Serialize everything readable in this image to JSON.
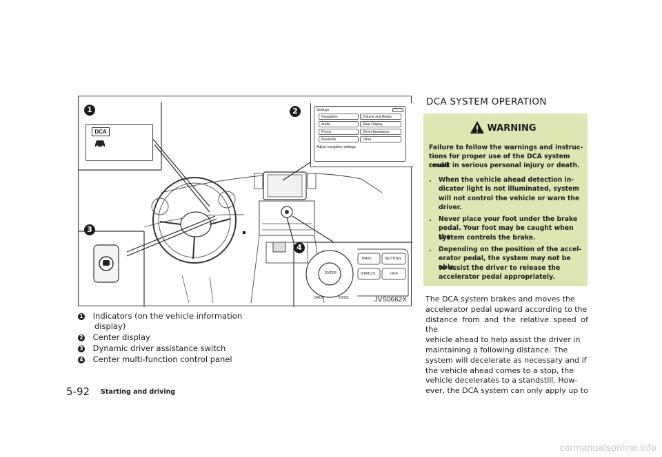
{
  "figure": {
    "code": "JVS0662X",
    "callouts": [
      "1",
      "2",
      "3",
      "4"
    ],
    "dca_label": "DCA",
    "settings_screen": {
      "title": "Settings",
      "buttons": [
        "Navigation",
        "Volume and Beeps",
        "Audio",
        "Rear Display",
        "Phone",
        "Driver Assistance",
        "Bluetooth",
        "Other"
      ],
      "footer": "Adjust navigation settings"
    },
    "control_panel": {
      "info": "INFO",
      "setting": "SETTING",
      "status": "STATUS",
      "off": "OFF",
      "enter": "ENTER",
      "back": "BACK",
      "voice": "VOICE"
    }
  },
  "captions": [
    {
      "num": "1",
      "text": "Indicators (on the vehicle information",
      "text2": "display)"
    },
    {
      "num": "2",
      "text": "Center display"
    },
    {
      "num": "3",
      "text": "Dynamic driver assistance switch"
    },
    {
      "num": "4",
      "text": "Center multi-function control panel"
    }
  ],
  "right": {
    "heading": "DCA SYSTEM OPERATION",
    "warning_title": "WARNING",
    "warning_lines": [
      "Failure to follow the warnings and instruc-",
      "tions for proper use of the DCA system could",
      "result in serious personal injury or death."
    ],
    "bullet_symbol": ".",
    "bullets": [
      [
        "When the vehicle ahead detection in-",
        "dicator light is not illuminated, system",
        "will not control the vehicle or warn the",
        "driver."
      ],
      [
        "Never place your foot under the brake",
        "pedal. Your foot may be caught when the",
        "system controls the brake."
      ],
      [
        "Depending on the position of the accel-",
        "erator pedal, the system may not be able",
        "to assist the driver to release the",
        "accelerator pedal appropriately."
      ]
    ],
    "body_lines": [
      "The DCA system brakes and moves the",
      "accelerator pedal upward according to the",
      "distance from and the relative speed of the",
      "vehicle ahead to help assist the driver in",
      "maintaining a following distance. The",
      "system will decelerate as necessary and if",
      "the vehicle ahead comes to a stop, the",
      "vehicle decelerates to a standstill. How-",
      "ever, the DCA system can only apply up to"
    ]
  },
  "footer": {
    "page_number": "5-92",
    "section": "Starting and driving",
    "watermark": "carmanualsonline.info"
  }
}
